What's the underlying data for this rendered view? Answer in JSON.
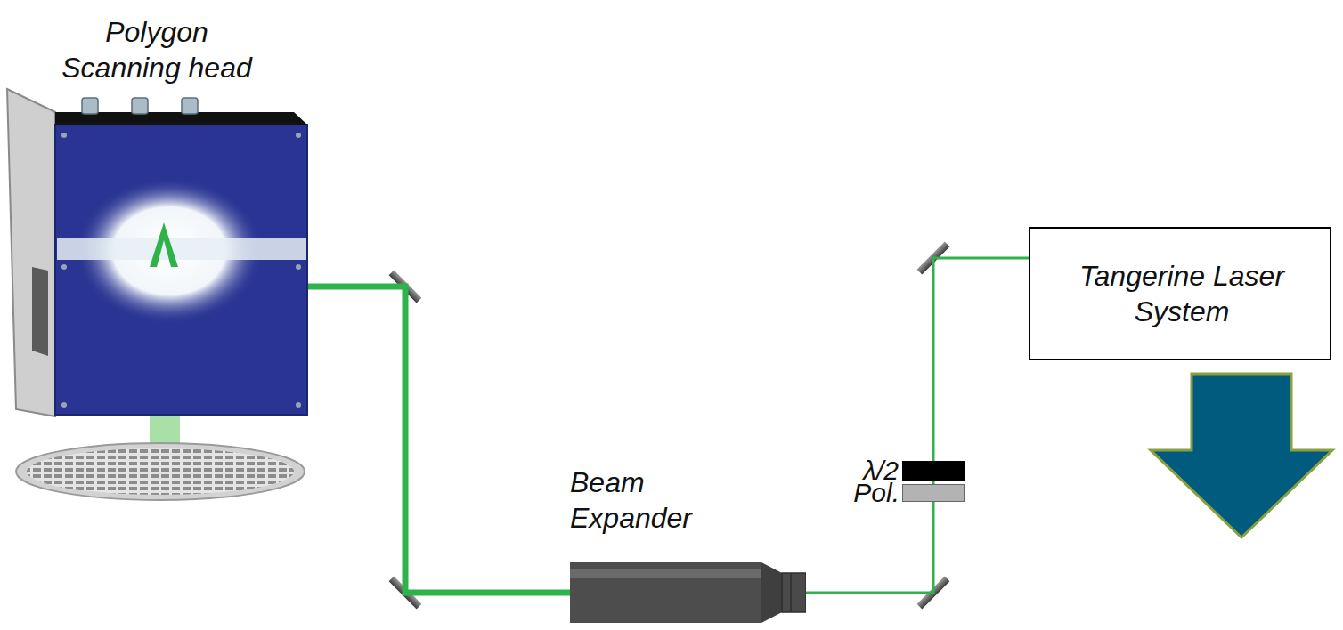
{
  "diagram": {
    "nodes": [
      {
        "text": [
          "Polygon Scanning head"
        ]
      },
      {
        "text": [
          "Beam Expander"
        ]
      },
      {
        "text": [
          "λ/2"
        ]
      },
      {
        "text": [
          "Pol."
        ]
      },
      {
        "text": [
          "Tangerine Laser System"
        ]
      }
    ],
    "edges": [
      {
        "from": 4,
        "to": 2,
        "arrow": "none"
      },
      {
        "from": 2,
        "to": 3,
        "arrow": "none"
      },
      {
        "from": 3,
        "to": 1,
        "arrow": "none"
      },
      {
        "from": 1,
        "to": 0,
        "arrow": "none"
      }
    ]
  }
}
